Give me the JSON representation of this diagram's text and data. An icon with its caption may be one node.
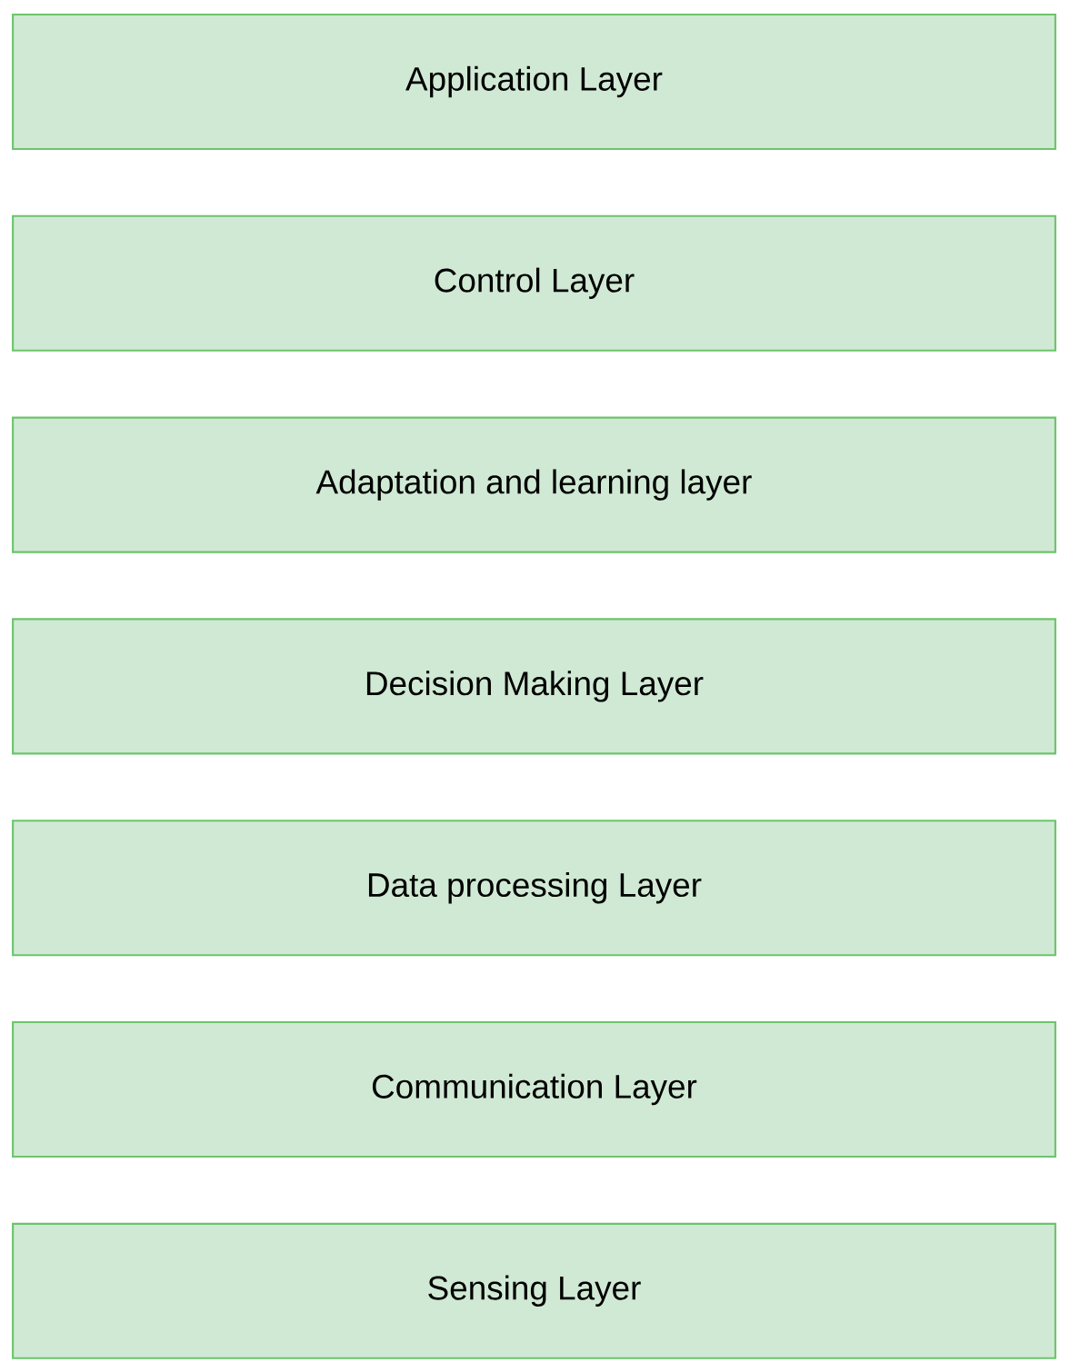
{
  "diagram": {
    "nodes": [
      {
        "text": [
          "Application Layer"
        ]
      },
      {
        "text": [
          "Control Layer"
        ]
      },
      {
        "text": [
          "Adaptation and learning layer"
        ]
      },
      {
        "text": [
          "Decision Making Layer"
        ]
      },
      {
        "text": [
          "Data processing Layer"
        ]
      },
      {
        "text": [
          "Communication Layer"
        ]
      },
      {
        "text": [
          "Sensing Layer"
        ]
      }
    ]
  }
}
